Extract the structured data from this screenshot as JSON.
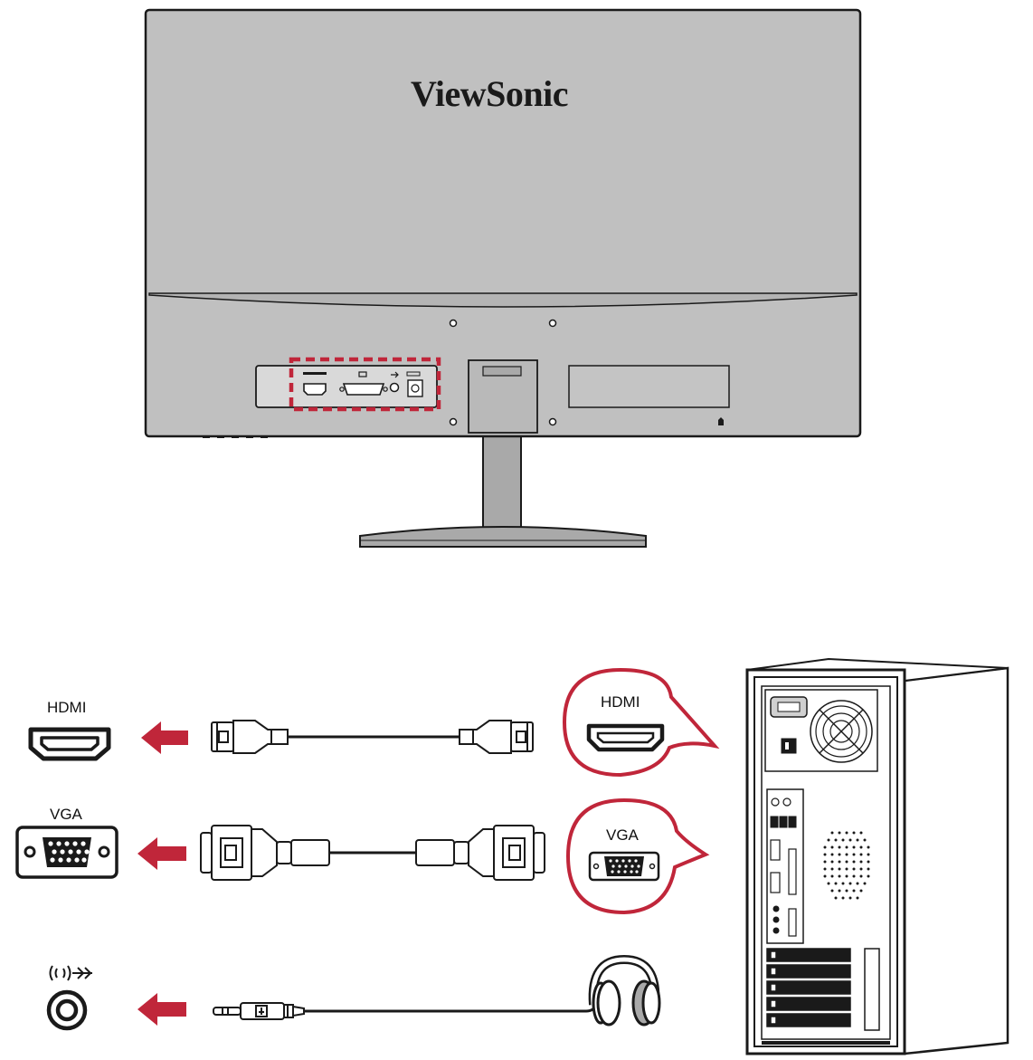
{
  "monitor": {
    "brand": "ViewSonic"
  },
  "ports": {
    "hdmi": {
      "label": "HDMI"
    },
    "vga": {
      "label": "VGA"
    }
  },
  "computer": {
    "hdmi_callout": "HDMI",
    "vga_callout": "VGA"
  },
  "colors": {
    "accent": "#c0263a",
    "bezel": "#bfbfbf",
    "outline": "#1a1a1a"
  }
}
